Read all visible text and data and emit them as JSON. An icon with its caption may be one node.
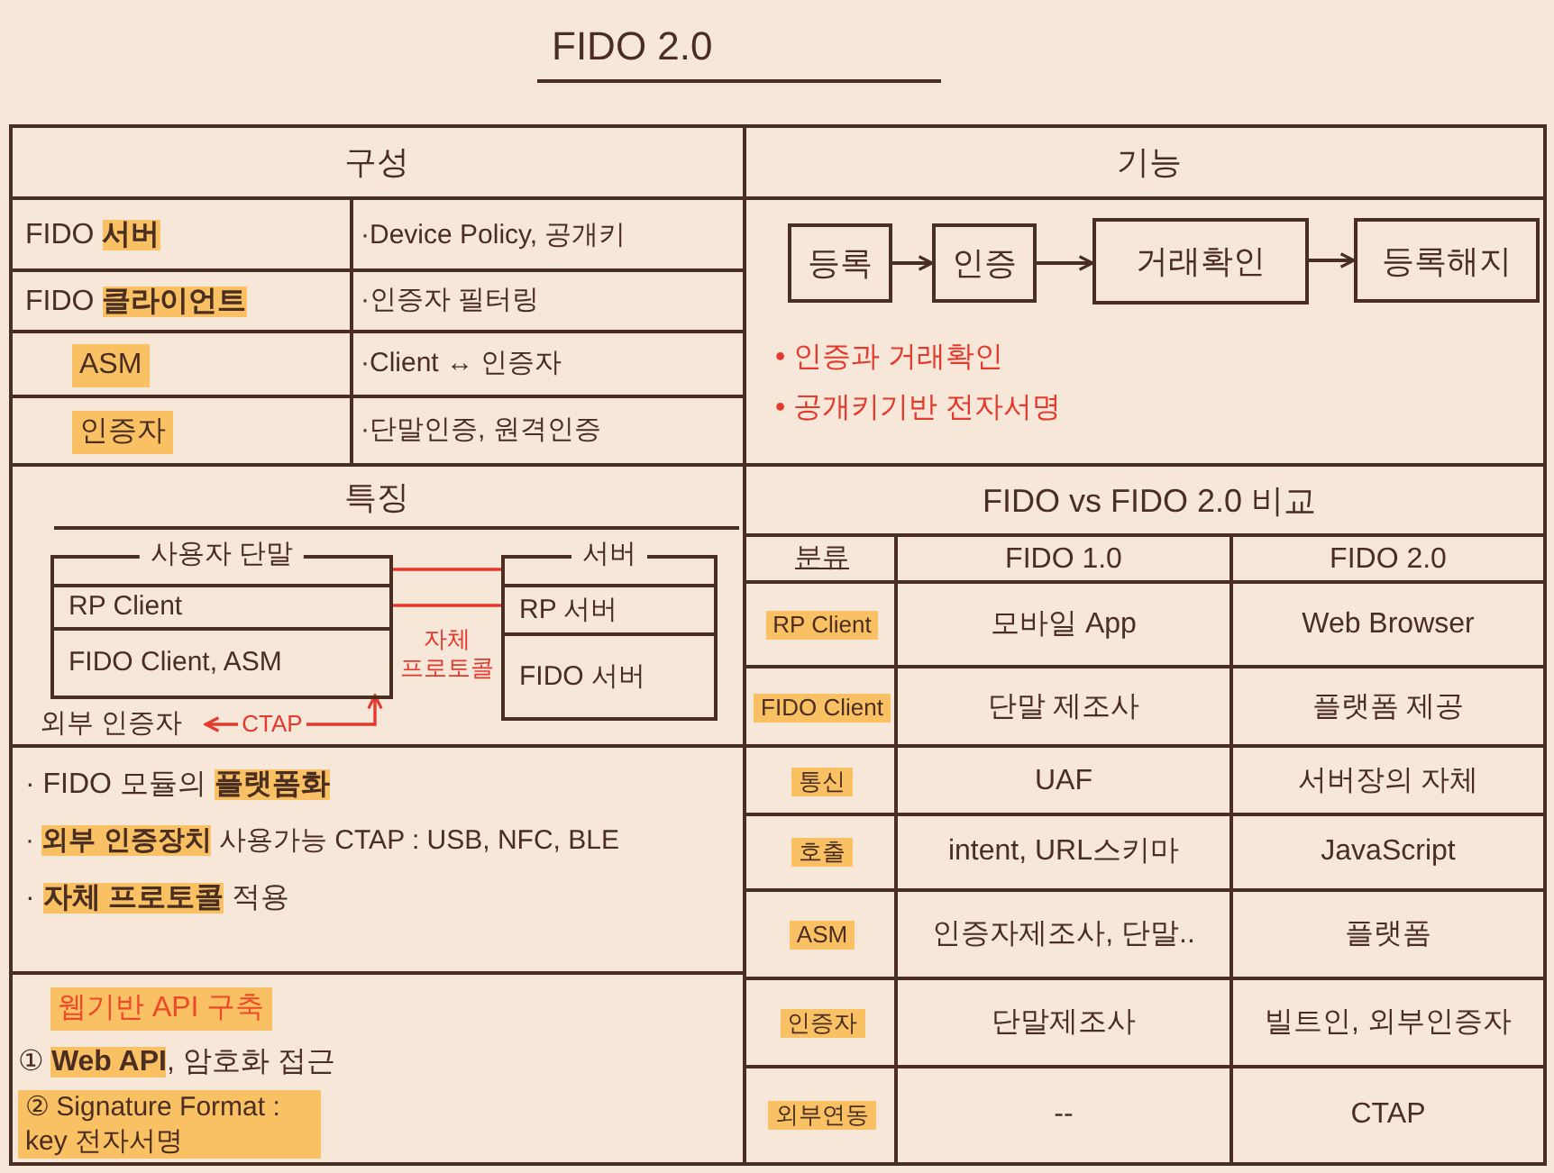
{
  "diagram": {
    "title": "FIDO 2.0",
    "nodes": [
      {
        "text": [
          "등록"
        ]
      },
      {
        "text": [
          "인증"
        ]
      },
      {
        "text": [
          "거래확인"
        ]
      },
      {
        "text": [
          "등록해지"
        ]
      },
      {
        "text": [
          "사용자 단말"
        ]
      },
      {
        "text": [
          "RP Client"
        ],
        "in": 4
      },
      {
        "text": [
          "FIDO Client, ASM"
        ],
        "in": 4
      },
      {
        "text": [
          "외부 인증자"
        ]
      },
      {
        "text": [
          "서버"
        ]
      },
      {
        "text": [
          "RP 서버"
        ],
        "in": 8
      },
      {
        "text": [
          "FIDO 서버"
        ],
        "in": 8
      }
    ],
    "edges": [
      {
        "from": 0,
        "to": 1,
        "arrow": "to"
      },
      {
        "from": 1,
        "to": 2,
        "arrow": "to"
      },
      {
        "from": 2,
        "to": 3,
        "arrow": "to"
      },
      {
        "from": 4,
        "to": 8,
        "arrow": "none",
        "color": "#e4392d"
      },
      {
        "from": 5,
        "to": 9,
        "arrow": "none",
        "label": "자체 프로토콜",
        "color": "#e4392d"
      },
      {
        "from": 7,
        "to": 6,
        "arrow": "both",
        "label": "CTAP",
        "color": "#e4392d"
      }
    ],
    "labels": [
      "구성",
      "FIDO **서버**",
      "·Device Policy, 공개키",
      "FIDO **클라이언트**",
      "·인증자 필터링",
      "ASM",
      "·Client ↔ 인증자",
      "인증자",
      "·단말인증, 원격인증",
      "기능",
      "• 인증과 거래확인",
      "• 공개키기반 전자서명",
      "특징",
      "· FIDO 모듈의 **플랫폼화**",
      "· **외부 인증장치** 사용가능 CTAP : USB, NFC, BLE",
      "· **자체 프로토콜** 적용",
      "웹기반 API 구축",
      "① **Web API**, 암호화 접근",
      "② Signature Format : key 전자서명",
      "FIDO vs FIDO 2.0 비교",
      "분류",
      "FIDO 1.0",
      "FIDO 2.0",
      "RP Client",
      "모바일 App",
      "Web Browser",
      "FIDO Client",
      "단말 제조사",
      "플랫폼 제공",
      "통신",
      "UAF",
      "서버장의 자체",
      "호출",
      "intent, URL스키마",
      "JavaScript",
      "ASM",
      "인증자제조사, 단말..",
      "플랫폼",
      "인증자",
      "단말제조사",
      "빌트인, 외부인증자",
      "외부연동",
      "--",
      "CTAP"
    ]
  }
}
